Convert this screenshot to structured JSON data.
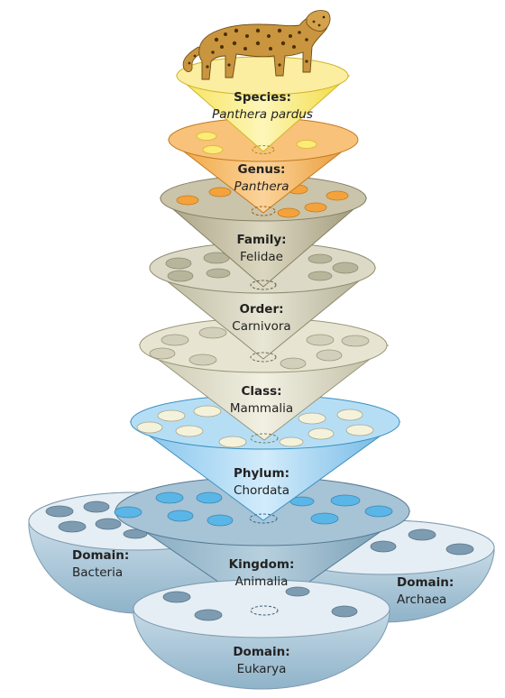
{
  "levels": {
    "species": {
      "rank": "Species:",
      "name": "Panthera pardus"
    },
    "genus": {
      "rank": "Genus:",
      "name": "Panthera"
    },
    "family": {
      "rank": "Family:",
      "name": "Felidae"
    },
    "order": {
      "rank": "Order:",
      "name": "Carnivora"
    },
    "class": {
      "rank": "Class:",
      "name": "Mammalia"
    },
    "phylum": {
      "rank": "Phylum:",
      "name": "Chordata"
    },
    "kingdom": {
      "rank": "Kingdom:",
      "name": "Animalia"
    }
  },
  "domains": {
    "bacteria": {
      "rank": "Domain:",
      "name": "Bacteria"
    },
    "archaea": {
      "rank": "Domain:",
      "name": "Archaea"
    },
    "eukarya": {
      "rank": "Domain:",
      "name": "Eukarya"
    }
  },
  "colors": {
    "species": "#f8ea6a",
    "genus": "#f4a93c",
    "family": "#bcb49a",
    "order": "#cfcdb4",
    "class": "#dcdac4",
    "phylum": "#8fcbee",
    "kingdom": "#8ab1c8",
    "domain": "#bcd3e2",
    "leopard": "#c9953f"
  },
  "icons": {
    "animal": "leopard-icon"
  }
}
